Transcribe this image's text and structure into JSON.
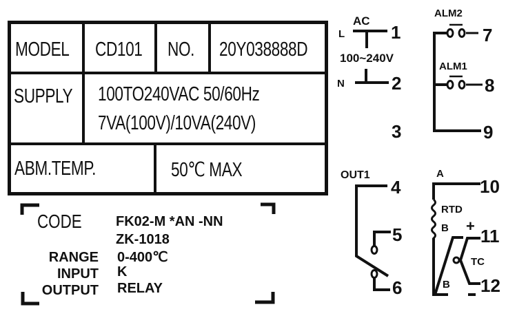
{
  "spec_table": {
    "model_label": "MODEL",
    "model_value": "CD101",
    "number_label": "NO.",
    "number_value": "20Y038888D",
    "supply_label": "SUPPLY",
    "supply_line1": "100TO240VAC 50/60Hz",
    "supply_line2": "7VA(100V)/10VA(240V)",
    "ambient_label": "ABM.TEMP.",
    "ambient_value": "50℃ MAX"
  },
  "code_block": {
    "code_label": "CODE",
    "code_value_line1": "FK02-M *AN -NN",
    "code_value_line2": "ZK-1018",
    "range_label": "RANGE",
    "range_value": "0-400℃",
    "input_label": "INPUT",
    "input_value": "K",
    "output_label": "OUTPUT",
    "output_value": "RELAY"
  },
  "wiring": {
    "power": {
      "title": "AC",
      "line_label": "L",
      "neutral_label": "N",
      "voltage": "100~240V",
      "terminals": [
        "1",
        "2",
        "3"
      ]
    },
    "output": {
      "title": "OUT1",
      "terminals": [
        "4",
        "5",
        "6"
      ]
    },
    "alarms": {
      "alarm2_label": "ALM2",
      "alarm1_label": "ALM1",
      "terminals": [
        "7",
        "8",
        "9"
      ]
    },
    "sensor_input": {
      "a_label": "A",
      "rtd_label": "RTD",
      "b_label_upper": "B",
      "b_label_lower": "B",
      "tc_label": "TC",
      "plus_label": "+",
      "minus_label": "-",
      "terminals": [
        "10",
        "11",
        "12"
      ]
    }
  },
  "colors": {
    "ink": "#111111",
    "background": "#ffffff"
  }
}
